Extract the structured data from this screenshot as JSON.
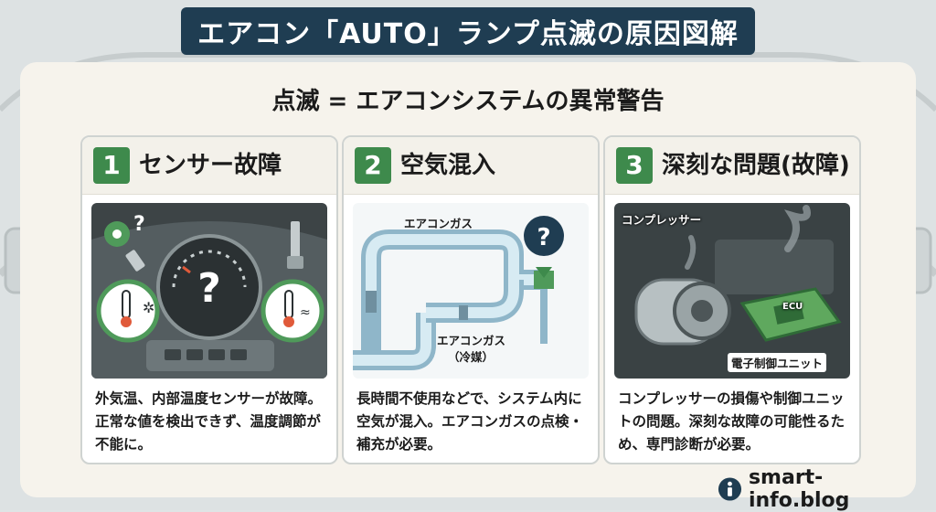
{
  "title": "エアコン「AUTO」ランプ点滅の原因図解",
  "subtitle": "点滅 = エアコンシステムの異常警告",
  "cards": [
    {
      "number": "1",
      "title": "センサー故障",
      "text": "外気温、内部温度センサーが故障。正常な値を検出できず、温度調節が不能に。",
      "image_labels": []
    },
    {
      "number": "2",
      "title": "空気混入",
      "text": "長時間不使用などで、システム内に空気が混入。エアコンガスの点検・補充が必要。",
      "image_labels": [
        "エアコンガス",
        "エアコンガス",
        "（冷媒）"
      ]
    },
    {
      "number": "3",
      "title": "深刻な問題(故障)",
      "text": "コンプレッサーの損傷や制御ユニットの問題。深刻な故障の可能性るため、専門診断が必要。",
      "image_labels": [
        "コンプレッサー",
        "電子制御ユニット",
        "ECU"
      ]
    }
  ],
  "brand": "smart-info.blog",
  "colors": {
    "title_bg": "#1f3d52",
    "number_badge": "#3e8a4c",
    "panel_bg": "#f6f3ec"
  },
  "icons": [
    "gear-icon",
    "question-icon",
    "thermometer-icon",
    "sensor-icon",
    "valve-icon",
    "compressor-icon",
    "ecu-chip-icon",
    "info-icon"
  ]
}
